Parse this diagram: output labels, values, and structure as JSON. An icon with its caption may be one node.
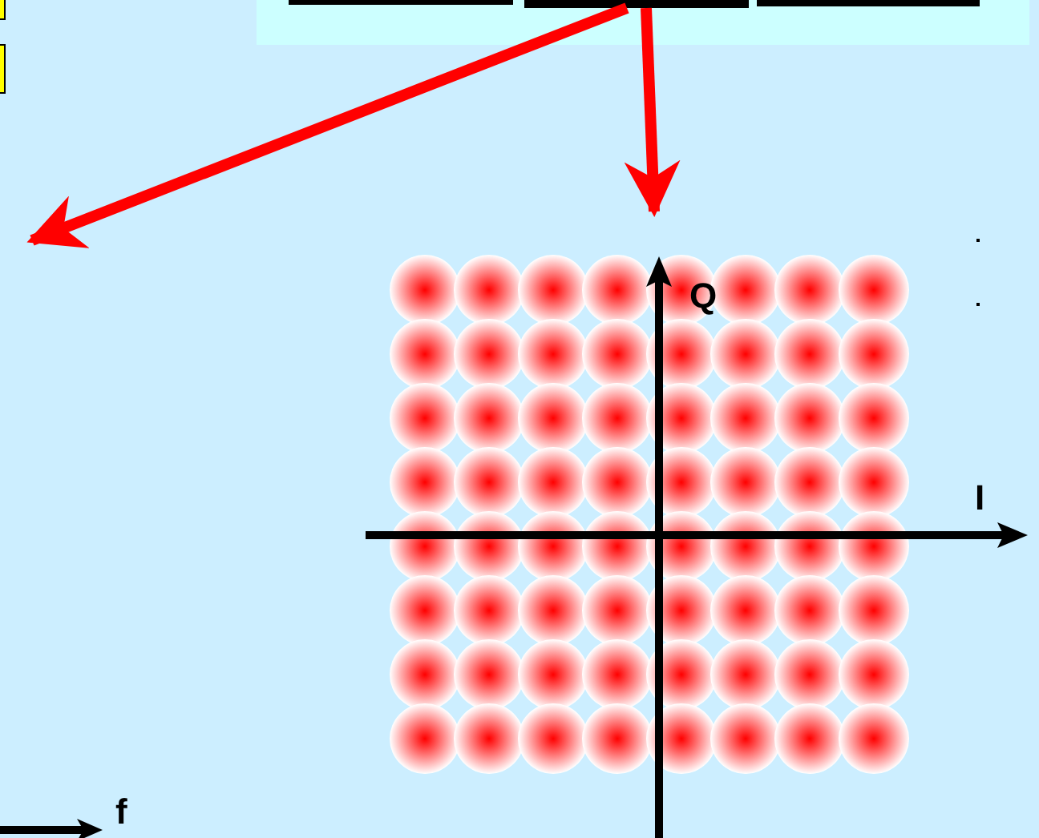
{
  "diagram": {
    "nodes": [
      {
        "text": [],
        "shape": "box"
      },
      {
        "text": [],
        "shape": "bar",
        "in": 0
      },
      {
        "text": [],
        "shape": "bar",
        "in": 0
      },
      {
        "text": [],
        "shape": "bar",
        "in": 0
      }
    ],
    "edges": [
      {
        "from": 2,
        "to": null,
        "arrow": "to"
      },
      {
        "from": 2,
        "to": null,
        "arrow": "to"
      }
    ],
    "labels": [
      "Q",
      "I",
      "f"
    ]
  }
}
